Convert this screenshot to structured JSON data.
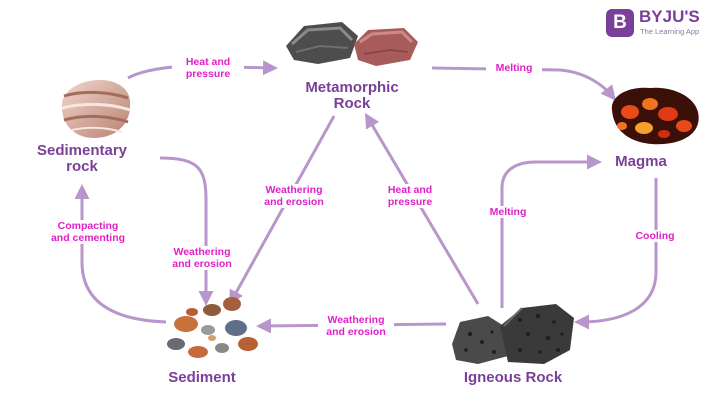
{
  "brand": {
    "mark": "B",
    "name": "BYJU'S",
    "tagline": "The Learning App",
    "color": "#7a3f98"
  },
  "colors": {
    "node_label": "#7a3f98",
    "edge_label": "#e020c8",
    "arrow": "#b896cc"
  },
  "nodes": {
    "metamorphic": {
      "lines": [
        "Metamorphic",
        "Rock"
      ],
      "icon": "metamorphic-rock-icon"
    },
    "magma": {
      "lines": [
        "Magma"
      ],
      "icon": "magma-icon"
    },
    "sedimentary": {
      "lines": [
        "Sedimentary",
        "rock"
      ],
      "icon": "sedimentary-rock-icon"
    },
    "sediment": {
      "lines": [
        "Sediment"
      ],
      "icon": "sediment-icon"
    },
    "igneous": {
      "lines": [
        "Igneous Rock"
      ],
      "icon": "igneous-rock-icon"
    }
  },
  "edges": {
    "sed_to_meta": {
      "from": "Sedimentary rock",
      "to": "Metamorphic Rock",
      "lines": [
        "Heat and",
        "pressure"
      ]
    },
    "meta_to_magma": {
      "from": "Metamorphic Rock",
      "to": "Magma",
      "lines": [
        "Melting"
      ]
    },
    "magma_to_igneous": {
      "from": "Magma",
      "to": "Igneous Rock",
      "lines": [
        "Cooling"
      ]
    },
    "igneous_to_magma": {
      "from": "Igneous Rock",
      "to": "Magma",
      "lines": [
        "Melting"
      ]
    },
    "igneous_to_meta": {
      "from": "Igneous Rock",
      "to": "Metamorphic Rock",
      "lines": [
        "Heat and",
        "pressure"
      ]
    },
    "meta_to_sediment": {
      "from": "Metamorphic Rock",
      "to": "Sediment",
      "lines": [
        "Weathering",
        "and erosion"
      ]
    },
    "sed_to_sediment": {
      "from": "Sedimentary rock",
      "to": "Sediment",
      "lines": [
        "Weathering",
        "and erosion"
      ]
    },
    "igneous_to_sediment": {
      "from": "Igneous Rock",
      "to": "Sediment",
      "lines": [
        "Weathering",
        "and erosion"
      ]
    },
    "sediment_to_sed": {
      "from": "Sediment",
      "to": "Sedimentary rock",
      "lines": [
        "Compacting",
        "and cementing"
      ]
    }
  }
}
